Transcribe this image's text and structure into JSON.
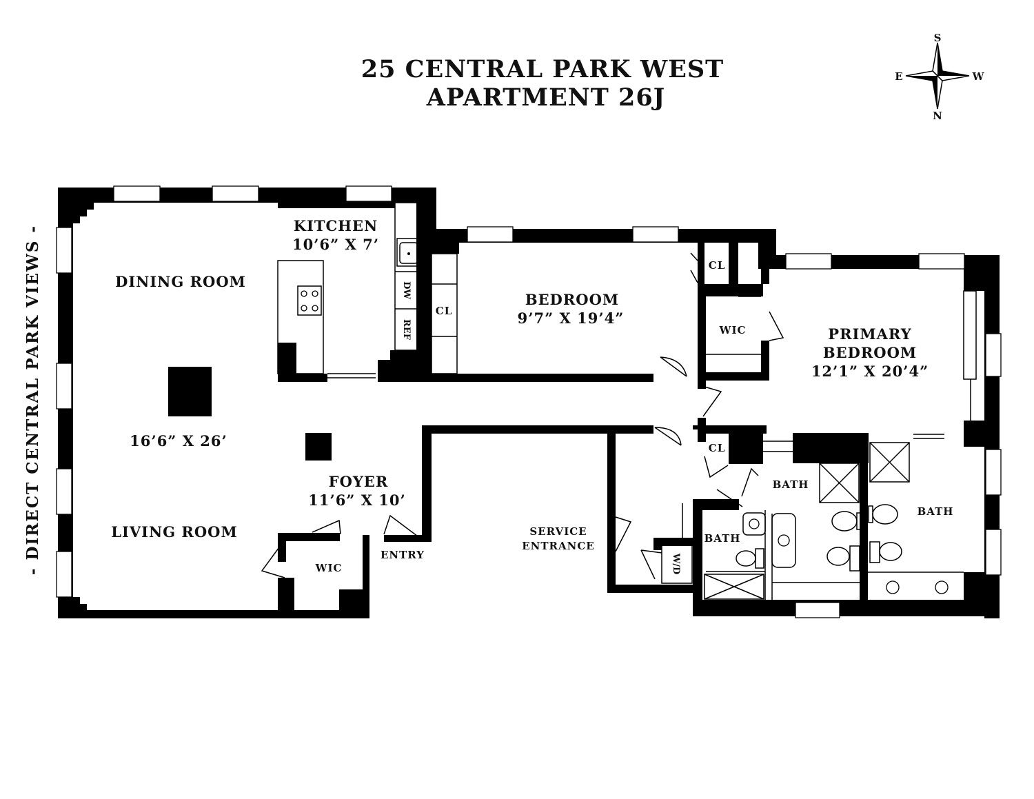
{
  "title": {
    "line1": "25 CENTRAL PARK WEST",
    "line2": "APARTMENT 26J"
  },
  "compass": {
    "top": "S",
    "bottom": "N",
    "left": "E",
    "right": "W"
  },
  "side_note": "- DIRECT CENTRAL PARK VIEWS -",
  "rooms": {
    "kitchen": {
      "name": "KITCHEN",
      "dim": "10’6” X 7’"
    },
    "dining": {
      "name": "DINING ROOM"
    },
    "living_dim": "16’6” X 26’",
    "living": {
      "name": "LIVING ROOM"
    },
    "foyer": {
      "name": "FOYER",
      "dim": "11’6” X 10’"
    },
    "bedroom": {
      "name": "BEDROOM",
      "dim": "9’7” X 19’4”"
    },
    "primary": {
      "name1": "PRIMARY",
      "name2": "BEDROOM",
      "dim": "12’1” X 20’4”"
    },
    "bath_center": "BATH",
    "bath_right": "BATH",
    "bath_small": "BATH",
    "wic_bedroom": "WIC",
    "wic_foyer": "WIC",
    "cl_bedroom": "CL",
    "cl_top": "CL",
    "cl_hall": "CL",
    "entry": "ENTRY",
    "service1": "SERVICE",
    "service2": "ENTRANCE",
    "dw": "DW",
    "ref": "REF",
    "wd": "W/D"
  }
}
